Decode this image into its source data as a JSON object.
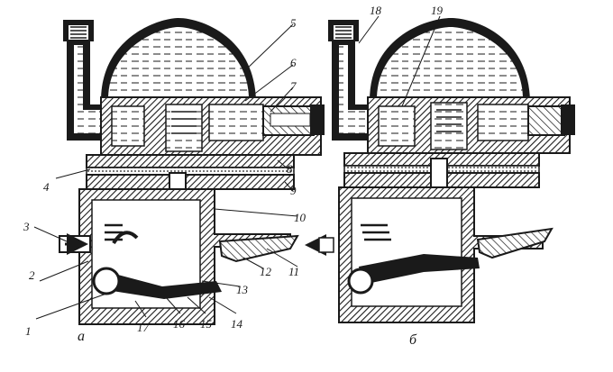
{
  "figure": {
    "panels": [
      {
        "id": "a",
        "label": "а"
      },
      {
        "id": "b",
        "label": "б"
      }
    ],
    "callouts": [
      {
        "id": "1",
        "label": "1"
      },
      {
        "id": "2",
        "label": "2"
      },
      {
        "id": "3",
        "label": "3"
      },
      {
        "id": "4",
        "label": "4"
      },
      {
        "id": "5",
        "label": "5"
      },
      {
        "id": "6",
        "label": "6"
      },
      {
        "id": "7",
        "label": "7"
      },
      {
        "id": "8",
        "label": "8"
      },
      {
        "id": "9",
        "label": "9"
      },
      {
        "id": "10",
        "label": "10"
      },
      {
        "id": "11",
        "label": "11"
      },
      {
        "id": "12",
        "label": "12"
      },
      {
        "id": "13",
        "label": "13"
      },
      {
        "id": "14",
        "label": "14"
      },
      {
        "id": "15",
        "label": "15"
      },
      {
        "id": "16",
        "label": "16"
      },
      {
        "id": "17",
        "label": "17"
      },
      {
        "id": "18",
        "label": "18"
      },
      {
        "id": "19",
        "label": "19"
      }
    ]
  },
  "colors": {
    "ink": "#1a1a1a",
    "hatch": "#2a2a2a",
    "fuel": "#ffffff",
    "paper": "#ffffff"
  }
}
